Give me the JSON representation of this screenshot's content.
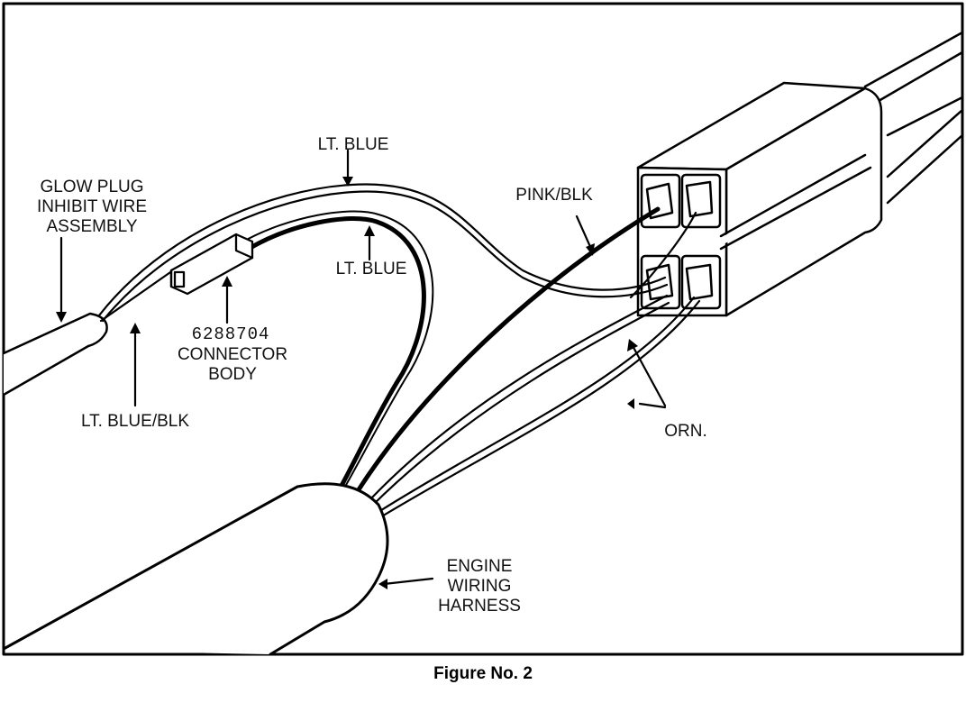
{
  "labels": {
    "glow_plug": "GLOW PLUG\nINHIBIT WIRE\nASSEMBLY",
    "lt_blue_top": "LT. BLUE",
    "lt_blue_mid": "LT. BLUE",
    "pink_blk": "PINK/BLK",
    "part_number": "6288704",
    "connector_body": "CONNECTOR\nBODY",
    "lt_blue_blk": "LT. BLUE/BLK",
    "orn": "ORN.",
    "engine_harness": "ENGINE\nWIRING\nHARNESS"
  },
  "caption": "Figure No. 2"
}
